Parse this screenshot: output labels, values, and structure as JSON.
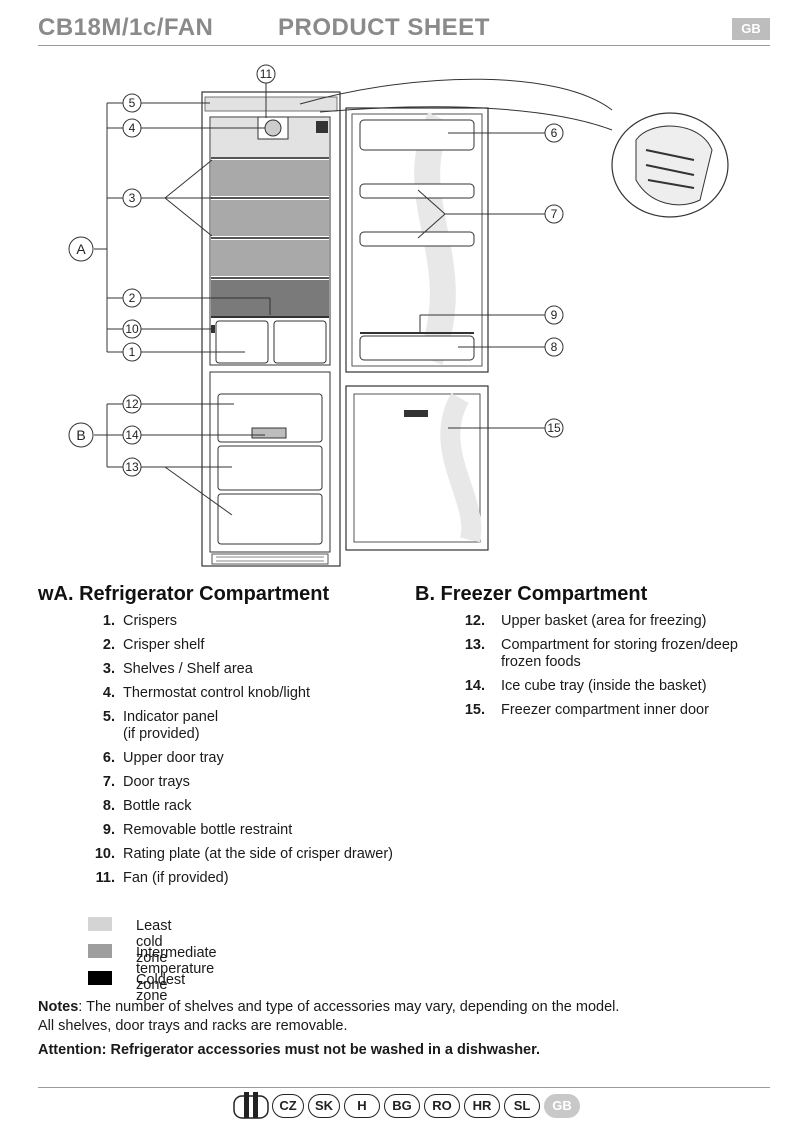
{
  "header": {
    "model": "CB18M/1c/FAN",
    "sheet": "PRODUCT SHEET",
    "lang_badge": "GB"
  },
  "diagram": {
    "callouts": [
      "1",
      "2",
      "3",
      "4",
      "5",
      "6",
      "7",
      "8",
      "9",
      "10",
      "11",
      "12",
      "13",
      "14",
      "15"
    ],
    "groups": [
      "A",
      "B"
    ]
  },
  "sectionA": {
    "title": "wA.  Refrigerator Compartment",
    "items": [
      {
        "num": "1.",
        "text": "Crispers"
      },
      {
        "num": "2.",
        "text": "Crisper shelf"
      },
      {
        "num": "3.",
        "text": "Shelves / Shelf area"
      },
      {
        "num": "4.",
        "text": "Thermostat control knob/light"
      },
      {
        "num": "5.",
        "text": "Indicator panel",
        "text2": "(if provided)"
      },
      {
        "num": "6.",
        "text": "Upper door tray"
      },
      {
        "num": "7.",
        "text": "Door trays"
      },
      {
        "num": "8.",
        "text": "Bottle rack"
      },
      {
        "num": "9.",
        "text": "Removable bottle restraint"
      },
      {
        "num": "10.",
        "text": "Rating plate (at the side of crisper drawer)"
      },
      {
        "num": "11.",
        "text": "Fan (if provided)"
      }
    ]
  },
  "sectionB": {
    "title": "B.    Freezer Compartment",
    "items": [
      {
        "num": "12.",
        "text": "Upper basket (area for freezing)"
      },
      {
        "num": "13.",
        "text": "Compartment for storing frozen/deep",
        "text2": "frozen foods"
      },
      {
        "num": "14.",
        "text": "Ice cube tray (inside the basket)"
      },
      {
        "num": "15.",
        "text": "Freezer compartment inner door"
      }
    ]
  },
  "legend": [
    {
      "label": "Least cold zone",
      "color": "#d4d4d4"
    },
    {
      "label": "Intermediate temperature zone",
      "color": "#9e9e9e"
    },
    {
      "label": "Coldest zone",
      "color": "#000000"
    }
  ],
  "notes": {
    "bold": "Notes",
    "text": ": The number of shelves and type of accessories may vary, depending on the model.",
    "line2": "All shelves, door trays and racks are removable.",
    "attention": "Attention: Refrigerator accessories must not be washed in a dishwasher."
  },
  "languages": [
    "CZ",
    "SK",
    "H",
    "BG",
    "RO",
    "HR",
    "SL",
    "GB"
  ],
  "active_language": "GB"
}
